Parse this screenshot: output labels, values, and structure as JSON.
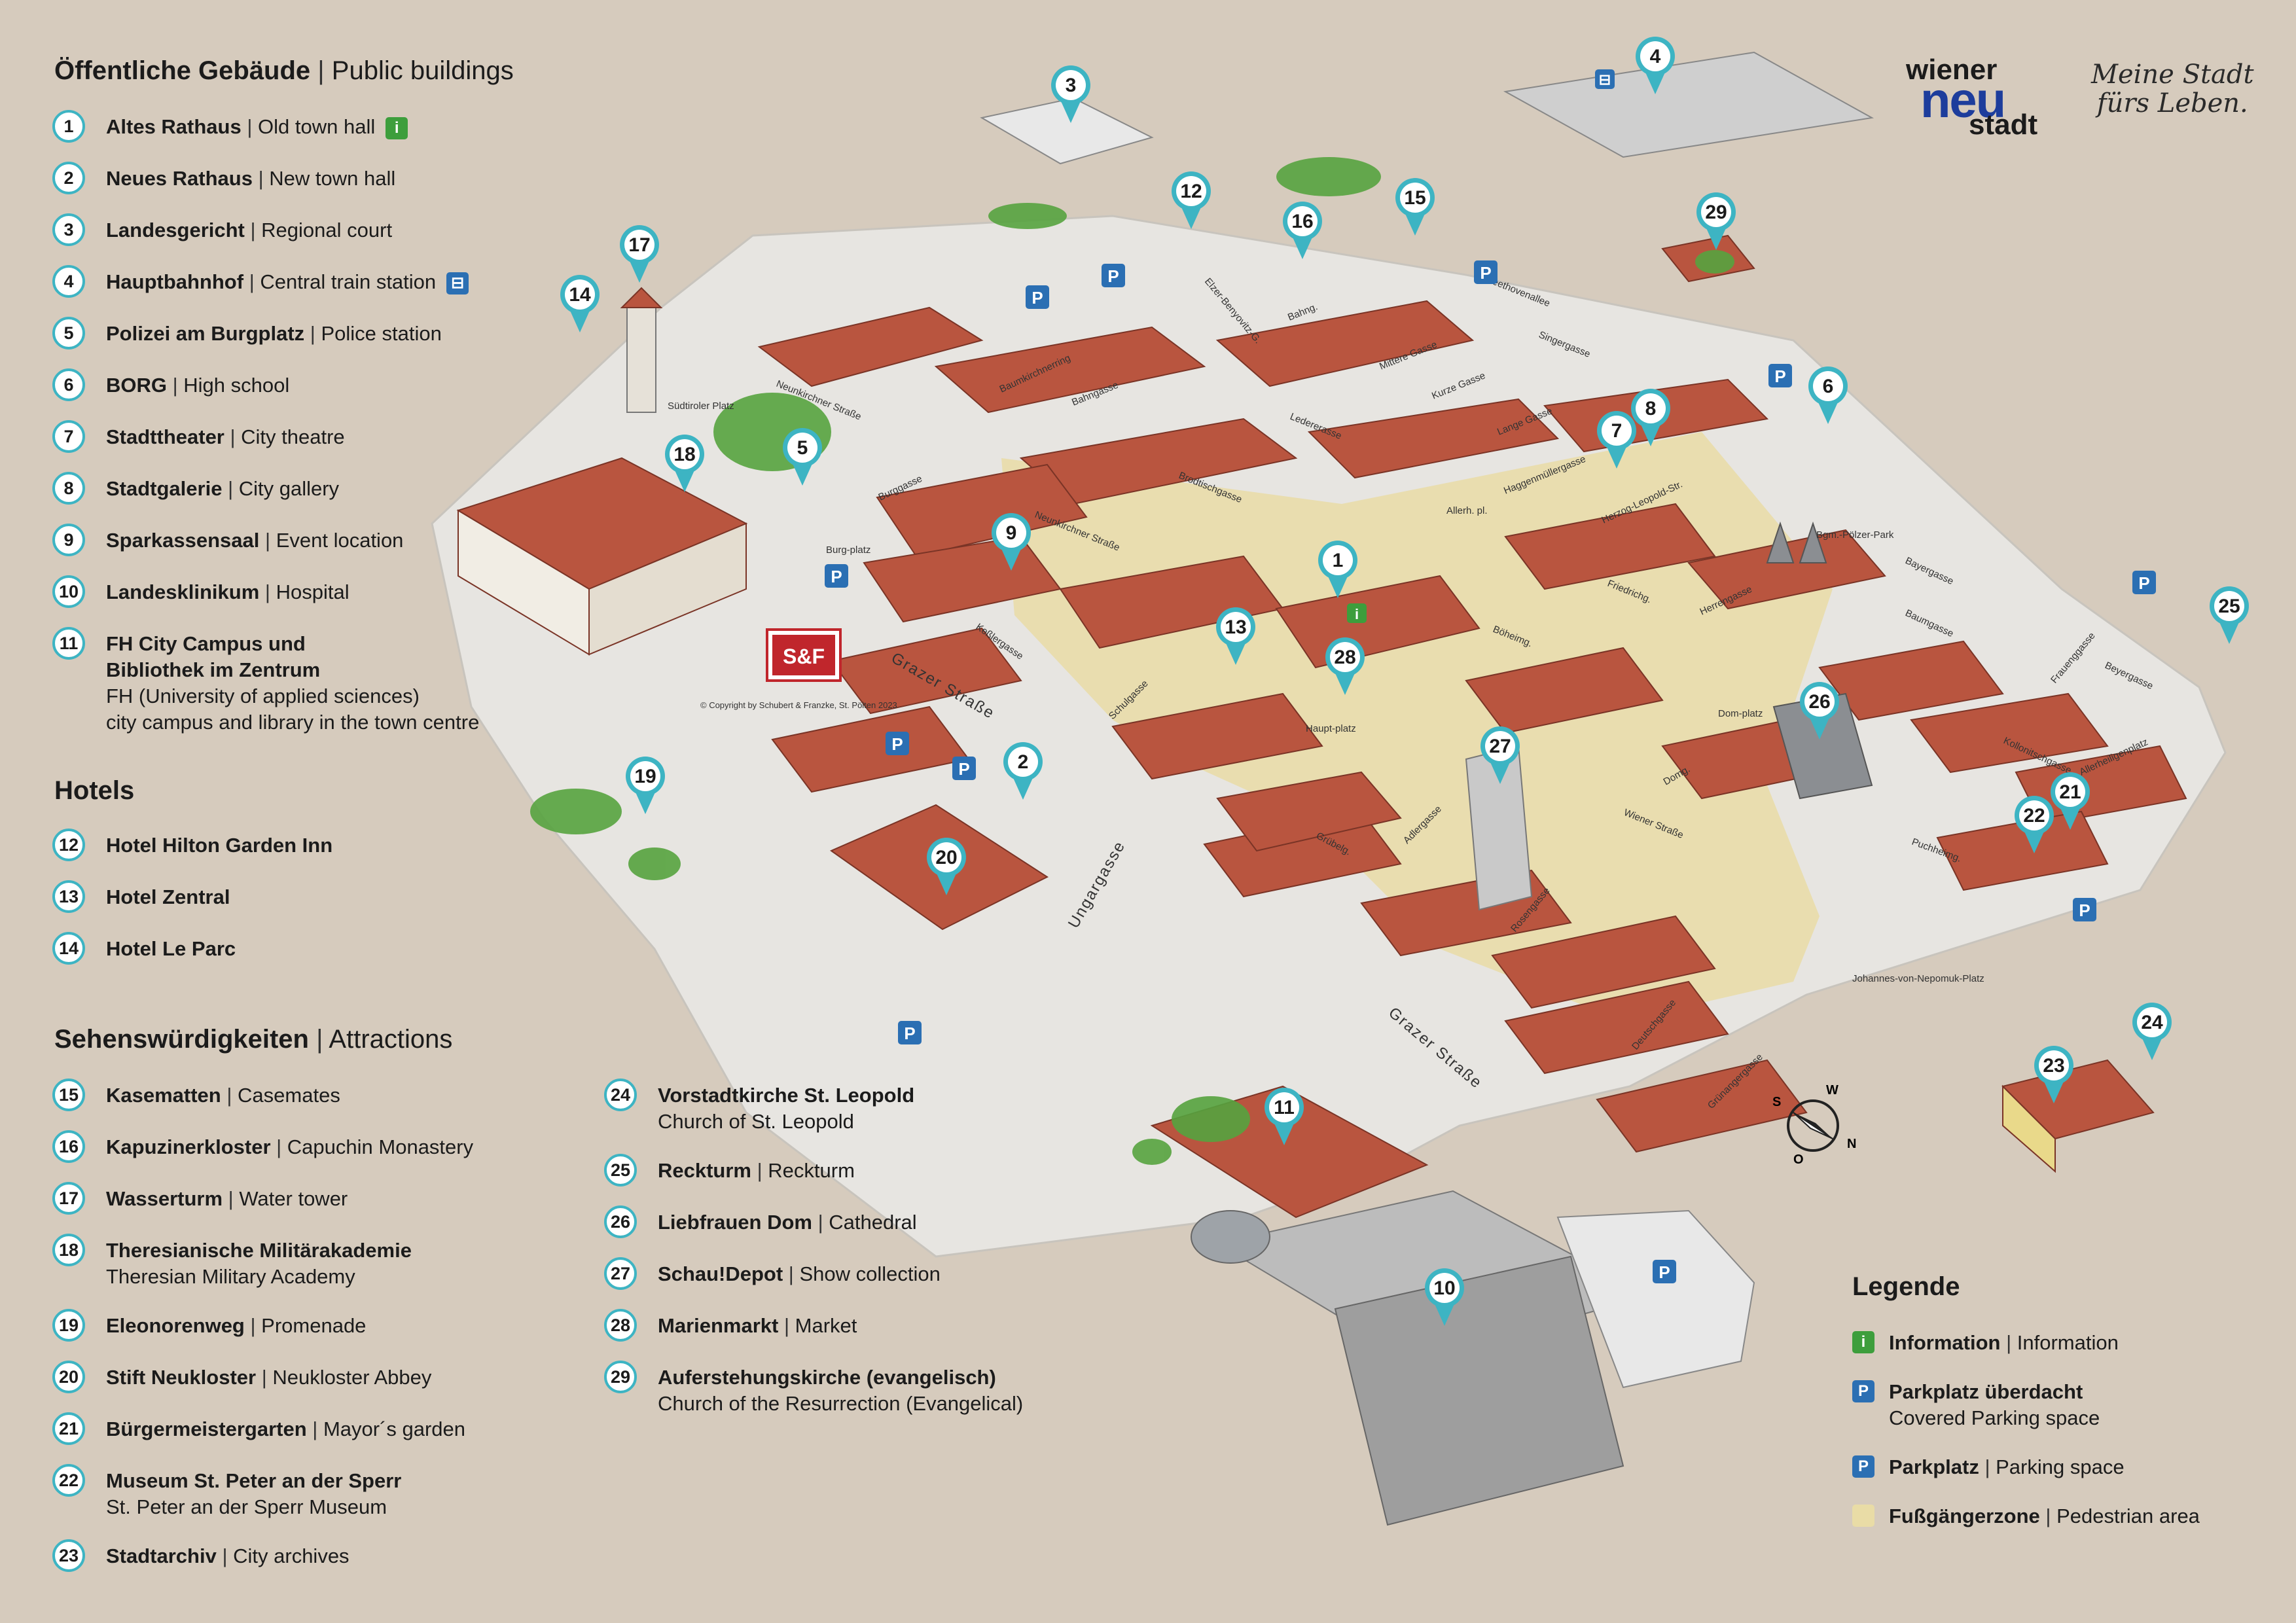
{
  "colors": {
    "background": "#d6cbbd",
    "pin": "#3db4c3",
    "info": "#3d9e3c",
    "parking": "#2b6fb3",
    "pedestrian": "#e9dca6",
    "roof": "#b9553f",
    "road": "#ebebeb"
  },
  "logo": {
    "word1": "wiener",
    "word2": "neu",
    "word3": "stadt",
    "slogan_line1": "Meine Stadt",
    "slogan_line2": "fürs Leben."
  },
  "public_buildings": {
    "title_de": "Öffentliche Gebäude",
    "title_en": "Public buildings",
    "items": [
      {
        "n": "1",
        "de": "Altes Rathaus",
        "en": "Old town hall",
        "icon": "info-icon"
      },
      {
        "n": "2",
        "de": "Neues Rathaus",
        "en": "New town hall"
      },
      {
        "n": "3",
        "de": "Landesgericht",
        "en": "Regional court"
      },
      {
        "n": "4",
        "de": "Hauptbahnhof",
        "en": "Central train station",
        "icon": "train-icon"
      },
      {
        "n": "5",
        "de": "Polizei am Burgplatz",
        "en": "Police station"
      },
      {
        "n": "6",
        "de": "BORG",
        "en": "High school"
      },
      {
        "n": "7",
        "de": "Stadttheater",
        "en": "City theatre"
      },
      {
        "n": "8",
        "de": "Stadtgalerie",
        "en": "City gallery"
      },
      {
        "n": "9",
        "de": "Sparkassensaal",
        "en": "Event location"
      },
      {
        "n": "10",
        "de": "Landesklinikum",
        "en": "Hospital"
      },
      {
        "n": "11",
        "de_line1": "FH City Campus und",
        "de_line2": "Bibliothek im Zentrum",
        "en_line1": "FH (University of applied sciences)",
        "en_line2": "city campus and library in the town centre"
      }
    ]
  },
  "hotels": {
    "title": "Hotels",
    "items": [
      {
        "n": "12",
        "de": "Hotel Hilton Garden Inn"
      },
      {
        "n": "13",
        "de": "Hotel Zentral"
      },
      {
        "n": "14",
        "de": "Hotel Le Parc"
      }
    ]
  },
  "attractions": {
    "title_de": "Sehenswürdigkeiten",
    "title_en": "Attractions",
    "items": [
      {
        "n": "15",
        "de": "Kasematten",
        "en": "Casemates"
      },
      {
        "n": "16",
        "de": "Kapuzinerkloster",
        "en": "Capuchin Monastery"
      },
      {
        "n": "17",
        "de": "Wasserturm",
        "en": "Water tower"
      },
      {
        "n": "18",
        "de": "Theresianische Militärakademie",
        "en": "Theresian Military Academy",
        "en_sub": true
      },
      {
        "n": "19",
        "de": "Eleonorenweg",
        "en": "Promenade"
      },
      {
        "n": "20",
        "de": "Stift Neukloster",
        "en": "Neukloster Abbey"
      },
      {
        "n": "21",
        "de": "Bürgermeistergarten",
        "en": "Mayor´s garden"
      },
      {
        "n": "22",
        "de": "Museum St. Peter an der Sperr",
        "en": "St. Peter an der Sperr Museum",
        "en_sub": true
      },
      {
        "n": "23",
        "de": "Stadtarchiv",
        "en": "City archives"
      },
      {
        "n": "24",
        "de": "Vorstadtkirche St. Leopold",
        "en": "Church of St. Leopold",
        "en_sub": true
      },
      {
        "n": "25",
        "de": "Reckturm",
        "en": "Reckturm"
      },
      {
        "n": "26",
        "de": "Liebfrauen Dom",
        "en": "Cathedral"
      },
      {
        "n": "27",
        "de": "Schau!Depot",
        "en": "Show collection"
      },
      {
        "n": "28",
        "de": "Marienmarkt",
        "en": "Market"
      },
      {
        "n": "29",
        "de": "Auferstehungskirche (evangelisch)",
        "en": "Church of the Resurrection (Evangelical)",
        "en_sub": true
      }
    ]
  },
  "legend": {
    "title": "Legende",
    "items": [
      {
        "symbol": "i",
        "de": "Information",
        "en": "Information"
      },
      {
        "symbol": "P",
        "de": "Parkplatz überdacht",
        "en": "Covered Parking space",
        "en_sub": true
      },
      {
        "symbol": "P",
        "de": "Parkplatz",
        "en": "Parking space"
      },
      {
        "symbol": "",
        "de": "Fußgängerzone",
        "en": "Pedestrian area"
      }
    ]
  },
  "map": {
    "copyright": "© Copyright by Schubert & Franzke, St. Pölten 2023",
    "sf_logo": "S&F",
    "streets": [
      "Neunkirchner Straße",
      "Südtiroler Platz",
      "Burggasse",
      "Burg-platz",
      "Grazer Straße",
      "Keßlergasse",
      "Neunkirchner Straße",
      "Brodtischgasse",
      "Bahngasse",
      "Baumkirchnerring",
      "Ledererasse",
      "Mittere Gasse",
      "Kurze Gasse",
      "Lange Gasse",
      "Singergasse",
      "Beethovenallee",
      "Haggenmüllergasse",
      "Herzog-Leopold-Str.",
      "Friedrichg.",
      "Herrengasse",
      "Böheimg.",
      "Dom-platz",
      "Domg.",
      "Wiener Straße",
      "Allerh. pl.",
      "Adlergasse",
      "Grübelg.",
      "Haupt-platz",
      "Schulgasse",
      "Ungargasse",
      "Rosengasse",
      "Deutschgasse",
      "Grünangergasse",
      "Johannes-von-Nepomuk-Platz",
      "Bgm.-Pölzer-Park",
      "Bayergasse",
      "Baumgasse",
      "Frauenggasse",
      "Beyergasse",
      "Kollonitschgasse",
      "Puchheimg.",
      "Allerheiligenplatz",
      "Grazer Straße",
      "Elzer-Benyovitz-G.",
      "Bahng."
    ],
    "pins": [
      {
        "n": "1",
        "label": "1"
      },
      {
        "n": "2",
        "label": "2"
      },
      {
        "n": "3",
        "label": "3"
      },
      {
        "n": "4",
        "label": "4"
      },
      {
        "n": "5",
        "label": "5"
      },
      {
        "n": "6",
        "label": "6"
      },
      {
        "n": "7",
        "label": "7"
      },
      {
        "n": "8",
        "label": "8"
      },
      {
        "n": "9",
        "label": "9"
      },
      {
        "n": "10",
        "label": "10"
      },
      {
        "n": "11",
        "label": "11"
      },
      {
        "n": "12",
        "label": "12"
      },
      {
        "n": "13",
        "label": "13"
      },
      {
        "n": "14",
        "label": "14"
      },
      {
        "n": "15",
        "label": "15"
      },
      {
        "n": "16",
        "label": "16"
      },
      {
        "n": "17",
        "label": "17"
      },
      {
        "n": "18",
        "label": "18"
      },
      {
        "n": "19",
        "label": "19"
      },
      {
        "n": "20",
        "label": "20"
      },
      {
        "n": "21",
        "label": "21"
      },
      {
        "n": "22",
        "label": "22"
      },
      {
        "n": "23",
        "label": "23"
      },
      {
        "n": "24",
        "label": "24"
      },
      {
        "n": "25",
        "label": "25"
      },
      {
        "n": "26",
        "label": "26"
      },
      {
        "n": "27",
        "label": "27"
      },
      {
        "n": "28",
        "label": "28"
      },
      {
        "n": "29",
        "label": "29"
      }
    ],
    "compass": {
      "n": "N",
      "s": "S",
      "w": "W",
      "o": "O"
    }
  }
}
